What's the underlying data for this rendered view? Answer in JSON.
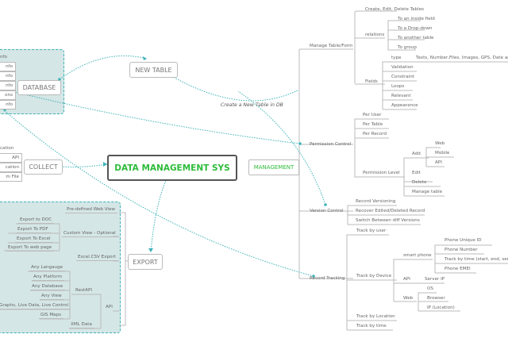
{
  "colors": {
    "accent": "#3fb3b8",
    "center_text": "#2dbb3a",
    "area_fill": "#d5e6e6"
  },
  "center": {
    "label": "DATA MANAGEMENT SYS"
  },
  "management": {
    "label": "MANAGEMENT"
  },
  "new_table": {
    "label": "NEW TABLE"
  },
  "annotation": "Create a New Table in DB",
  "database": {
    "label": "DATABASE",
    "items": [
      "nfo",
      "nfo",
      "nfo",
      "nfo",
      "ons",
      "nfo"
    ]
  },
  "collect": {
    "label": "COLLECT",
    "items": [
      "cation",
      "API",
      "cation",
      "m File"
    ]
  },
  "export": {
    "label": "EXPORT",
    "predefined": "Pre-defined Web View",
    "custom": {
      "label": "Custom View - Optional",
      "items": [
        "Export to DOC",
        "Export To PDF",
        "Export To Excel",
        "Export To web page"
      ]
    },
    "excel_csv": "Excel.CSV Export",
    "api": {
      "label": "API",
      "restapi": {
        "label": "RestAPI",
        "items": [
          "Any Langauge",
          "Any Platform",
          "Any Database",
          "Any View",
          "Graphs, Live Data, Live Control",
          "GIS Maps"
        ]
      },
      "xml": "XML Data"
    }
  },
  "manage_table": {
    "label": "Manage Table/Form",
    "create": "Create, Edit, Delete Tables",
    "relations": {
      "label": "relations",
      "items": [
        "To an inside field",
        "To a Drop-down",
        "To another table",
        "To group"
      ]
    },
    "fields": {
      "label": "Fields",
      "type_label": "type",
      "type_value": "Texts, Number,Files, Images, GPS, Date and Ti",
      "items": [
        "Validation",
        "Constraint",
        "Loops",
        "Relevant",
        "Appearance"
      ]
    }
  },
  "permission": {
    "label": "Permission Control",
    "items": [
      "Per User",
      "Per Table",
      "Per Record"
    ],
    "level": {
      "label": "Permission Level",
      "add": {
        "label": "Add",
        "items": [
          "Web",
          "Mobile",
          "API"
        ]
      },
      "edit": "Edit",
      "delete": "Delete",
      "manage": "Manage table"
    }
  },
  "version": {
    "label": "Version Control",
    "items": [
      "Record Versioning",
      "Recover Edited/Deleted Record",
      "Switch Between diff Versions"
    ]
  },
  "tracking": {
    "label": "Record Tracking",
    "by_user": "Track by user",
    "device": {
      "label": "Track by Device",
      "smartphone": {
        "label": "smart phone",
        "items": [
          "Phone Unique ID",
          "Phone Number",
          "Track by time (start, end, send,",
          "Phone EMEI"
        ]
      },
      "api": {
        "label": "API",
        "server": "Server IP"
      },
      "web": {
        "label": "Web",
        "items": [
          "OS",
          "Browser",
          "IP (Location)"
        ]
      }
    },
    "by_location": "Track by Location",
    "by_time": "Track by time"
  }
}
